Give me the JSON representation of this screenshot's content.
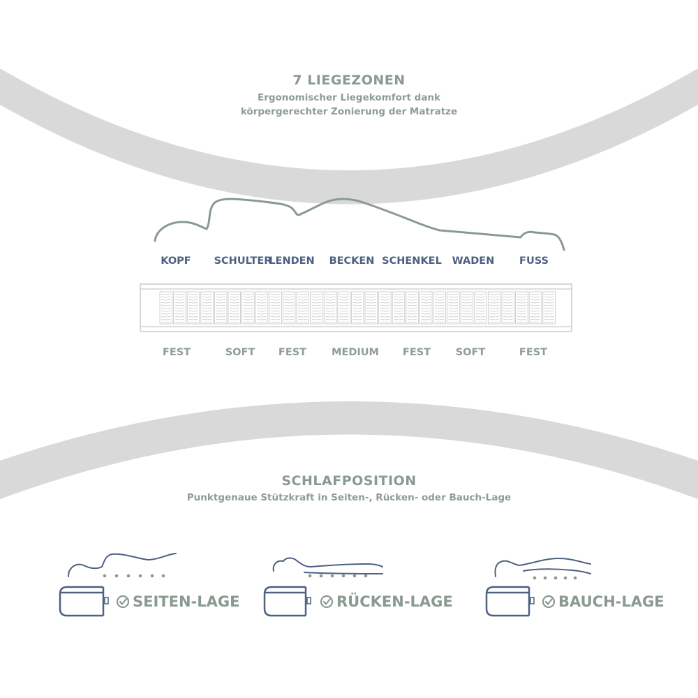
{
  "section_zones": {
    "title": "7 LIEGEZONEN",
    "subtitle_line1": "Ergonomischer Liegekomfort dank",
    "subtitle_line2": "körpergerechter Zonierung der Matratze",
    "zones": [
      "KOPF",
      "SCHULTER",
      "LENDEN",
      "BECKEN",
      "SCHENKEL",
      "WADEN",
      "FUSS"
    ],
    "firmness": [
      "FEST",
      "SOFT",
      "FEST",
      "MEDIUM",
      "FEST",
      "SOFT",
      "FEST"
    ]
  },
  "section_positions": {
    "title": "SCHLAFPOSITION",
    "subtitle": "Punktgenaue Stützkraft in Seiten-, Rücken- oder Bauch-Lage",
    "positions": [
      "SEITEN-LAGE",
      "RÜCKEN-LAGE",
      "BAUCH-LAGE"
    ]
  },
  "colors": {
    "green_gray": "#8a9a90",
    "navy": "#4c6080",
    "arc_gray": "#d9d9d9"
  },
  "icons": [
    "body-silhouette-icon",
    "mattress-coils-icon",
    "pillow-icon",
    "check-circle-icon"
  ]
}
